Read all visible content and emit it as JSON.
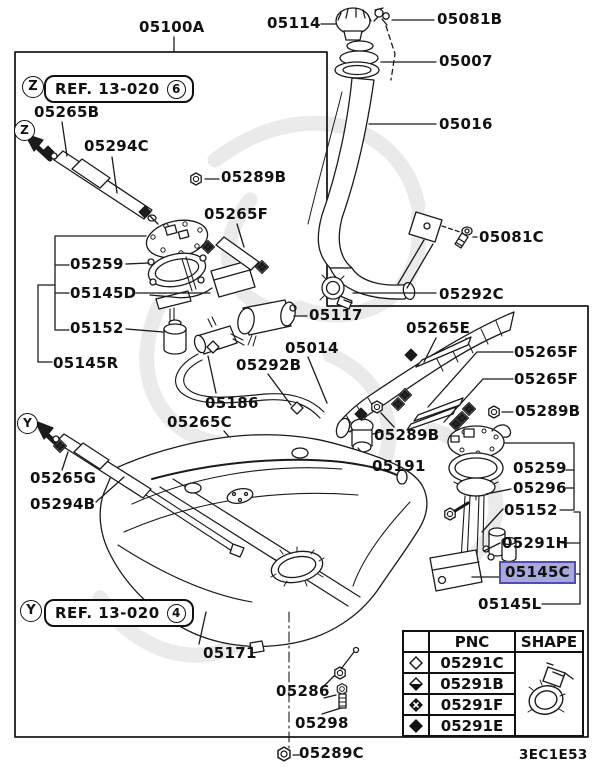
{
  "diagram": {
    "code": "3EC1E53",
    "highlight_color": "#a8a8dd",
    "highlighted_part": "05145C"
  },
  "refs": {
    "top": {
      "badge": "Z",
      "label": "REF. 13-020",
      "number": "6"
    },
    "bottom": {
      "badge": "Y",
      "label": "REF. 13-020",
      "number": "4"
    }
  },
  "parts": {
    "p05100A": "05100A",
    "p05114": "05114",
    "p05081B": "05081B",
    "p05007": "05007",
    "p05016": "05016",
    "p05265B": "05265B",
    "p05294C": "05294C",
    "p05289B_a": "05289B",
    "p05265F_a": "05265F",
    "p05081C": "05081C",
    "p05259_a": "05259",
    "p05145D": "05145D",
    "p05292C": "05292C",
    "p05152_a": "05152",
    "p05117": "05117",
    "p05265E": "05265E",
    "p05145R": "05145R",
    "p05014": "05014",
    "p05265F_b": "05265F",
    "p05292B": "05292B",
    "p05265F_c": "05265F",
    "p05186": "05186",
    "p05289B_c": "05289B",
    "p05265C": "05265C",
    "p05289B_b": "05289B",
    "p05191": "05191",
    "p05259_b": "05259",
    "p05296": "05296",
    "p05152_b": "05152",
    "p05291H": "05291H",
    "p05145C": "05145C",
    "p05145L": "05145L",
    "p05265G": "05265G",
    "p05294B": "05294B",
    "p05171": "05171",
    "p05286": "05286",
    "p05298": "05298",
    "p05289C": "05289C"
  },
  "legend_table": {
    "pnc_header": "PNC",
    "shape_header": "SHAPE",
    "shape_icon": "hose-clamp-icon",
    "rows": [
      {
        "symbol": "diamond-outline",
        "pnc": "05291C"
      },
      {
        "symbol": "diamond-bottom-half",
        "pnc": "05291B"
      },
      {
        "symbol": "diamond-cluster",
        "pnc": "05291F"
      },
      {
        "symbol": "diamond-solid",
        "pnc": "05291E"
      }
    ]
  }
}
